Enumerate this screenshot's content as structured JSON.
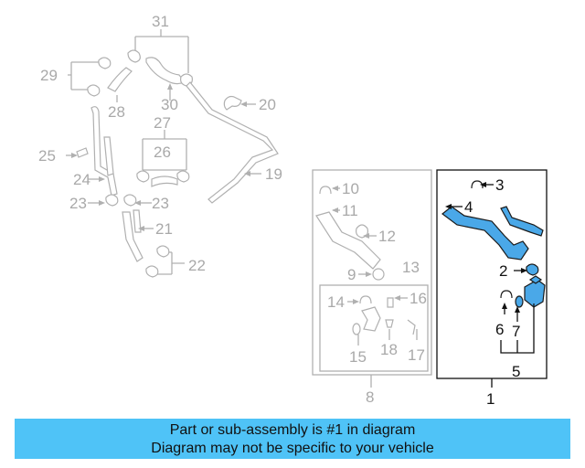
{
  "callouts": {
    "c1": "1",
    "c2": "2",
    "c3": "3",
    "c4": "4",
    "c5": "5",
    "c6": "6",
    "c7": "7",
    "c8": "8",
    "c9": "9",
    "c10": "10",
    "c11": "11",
    "c12": "12",
    "c13": "13",
    "c14": "14",
    "c15": "15",
    "c16": "16",
    "c17": "17",
    "c18": "18",
    "c19": "19",
    "c20": "20",
    "c21": "21",
    "c22": "22",
    "c23a": "23",
    "c23b": "23",
    "c24": "24",
    "c25": "25",
    "c26": "26",
    "c27": "27",
    "c28": "28",
    "c29": "29",
    "c30": "30",
    "c31": "31"
  },
  "banner": {
    "line1": "Part or sub-assembly is #1 in diagram",
    "line2": "Diagram may not be specific to your vehicle"
  },
  "colors": {
    "highlight_fill": "#4aa8e8",
    "banner_bg": "#4fc3f7",
    "grey": "#a9a9a9"
  }
}
